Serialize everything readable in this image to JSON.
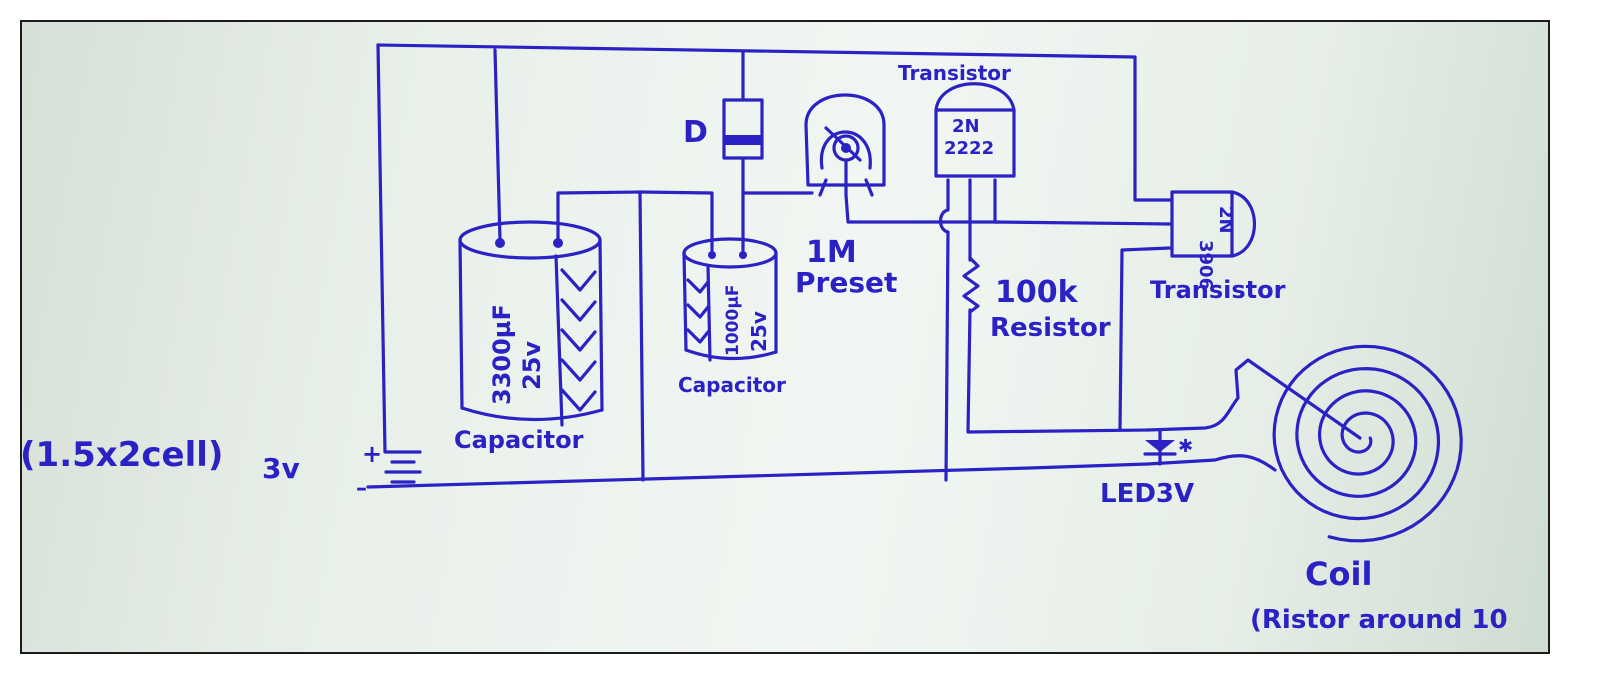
{
  "diagram": {
    "title": "Hand-drawn wireless LED coil circuit",
    "ink_color": "#2a22c4",
    "paper_color": "#eaf1eb",
    "labels": {
      "battery": "(1.5x2cell)",
      "battery_voltage": "3v",
      "battery_plus": "+",
      "battery_minus": "–",
      "cap_large_value": "3300µF",
      "cap_large_voltage": "25v",
      "cap_large_name": "Capacitor",
      "cap_small_value": "1000µF",
      "cap_small_voltage": "25v",
      "cap_small_name": "Capacitor",
      "diode": "D",
      "preset_value": "1M",
      "preset_name": "Preset",
      "transistor1_name": "Transistor",
      "transistor1_part_line1": "2N",
      "transistor1_part_line2": "2222",
      "transistor2_part_line1": "2N",
      "transistor2_part_line2": "3906",
      "transistor2_name": "Transistor",
      "resistor_value": "100k",
      "resistor_name": "Resistor",
      "led": "LED3V",
      "coil_name": "Coil",
      "coil_note": "(Ristor around 10"
    },
    "components": [
      {
        "id": "battery",
        "type": "battery",
        "spec": "2 x 1.5V cells, 3V"
      },
      {
        "id": "cap1",
        "type": "electrolytic-capacitor",
        "spec": "3300uF 25V"
      },
      {
        "id": "cap2",
        "type": "electrolytic-capacitor",
        "spec": "1000uF 25V"
      },
      {
        "id": "diode",
        "type": "diode",
        "spec": "D"
      },
      {
        "id": "preset",
        "type": "potentiometer",
        "spec": "1M"
      },
      {
        "id": "q1",
        "type": "transistor",
        "spec": "2N2222"
      },
      {
        "id": "q2",
        "type": "transistor",
        "spec": "2N3906"
      },
      {
        "id": "r1",
        "type": "resistor",
        "spec": "100k"
      },
      {
        "id": "led",
        "type": "led",
        "spec": "3V"
      },
      {
        "id": "coil",
        "type": "coil",
        "spec": "spiral coil"
      }
    ]
  }
}
